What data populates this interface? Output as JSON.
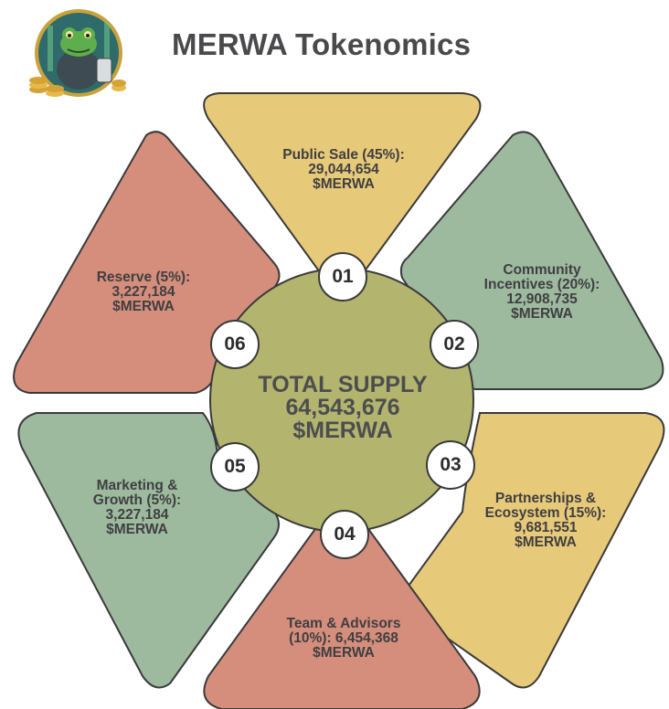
{
  "title": "MERWA Tokenomics",
  "logo": {
    "icon": "frog-mascot-logo-icon"
  },
  "center": {
    "line1": "TOTAL SUPPLY",
    "line2": "64,543,676",
    "line3": "$MERWA",
    "color": "#b3b56e"
  },
  "segments": [
    {
      "number": "01",
      "lines": [
        "Public Sale (45%):",
        "29,044,654",
        "$MERWA"
      ],
      "color": "#e7c97a"
    },
    {
      "number": "02",
      "lines": [
        "Community",
        "Incentives (20%):",
        "12,908,735",
        "$MERWA"
      ],
      "color": "#9dba9f"
    },
    {
      "number": "03",
      "lines": [
        "Partnerships &",
        "Ecosystem (15%):",
        "9,681,551",
        "$MERWA"
      ],
      "color": "#e7c97a"
    },
    {
      "number": "04",
      "lines": [
        "Team & Advisors",
        "(10%): 6,454,368",
        "$MERWA"
      ],
      "color": "#d58d7c"
    },
    {
      "number": "05",
      "lines": [
        "Marketing &",
        "Growth (5%):",
        "3,227,184",
        "$MERWA"
      ],
      "color": "#9dba9f"
    },
    {
      "number": "06",
      "lines": [
        "Reserve (5%):",
        "3,227,184",
        "$MERWA"
      ],
      "color": "#d58d7c"
    }
  ]
}
